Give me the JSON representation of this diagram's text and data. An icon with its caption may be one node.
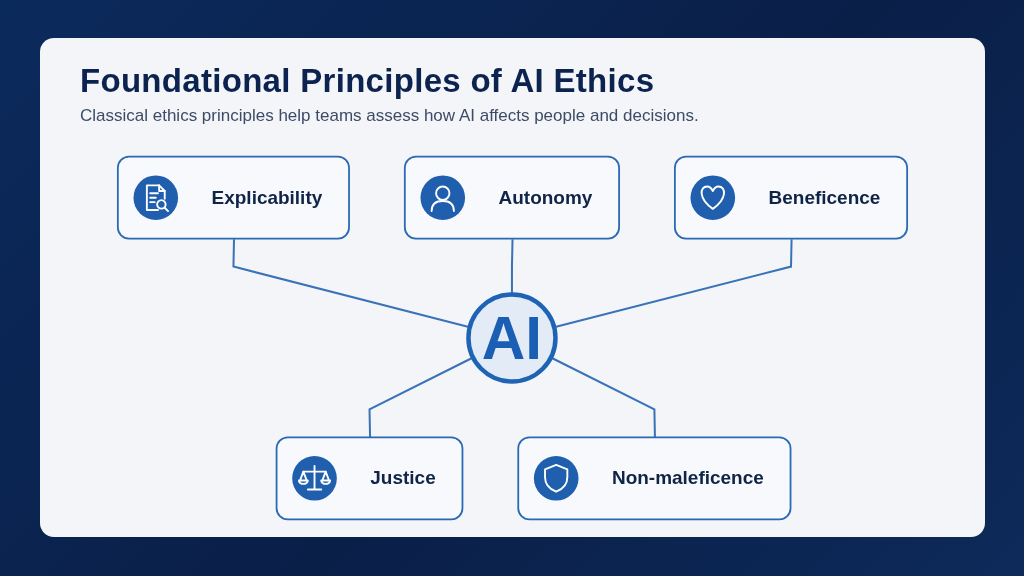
{
  "diagram": {
    "title": "Foundational Principles of AI Ethics",
    "nodes": [
      {
        "text": [
          "Autonomy"
        ]
      },
      {
        "text": [
          "Explicability"
        ]
      },
      {
        "text": [
          "AI"
        ]
      },
      {
        "text": [
          "Beneficence"
        ]
      },
      {
        "text": [
          "Justice"
        ]
      },
      {
        "text": [
          "Non-maleficence"
        ]
      }
    ],
    "edges": [
      {
        "from": 1,
        "to": 2,
        "arrow": "none"
      },
      {
        "from": 0,
        "to": 2,
        "arrow": "none"
      },
      {
        "from": 3,
        "to": 2,
        "arrow": "none"
      },
      {
        "from": 2,
        "to": 4,
        "arrow": "none"
      },
      {
        "from": 2,
        "to": 5,
        "arrow": "none"
      }
    ],
    "labels": [
      "Classical ethics principles help teams assess how AI affects people and decisions."
    ]
  }
}
